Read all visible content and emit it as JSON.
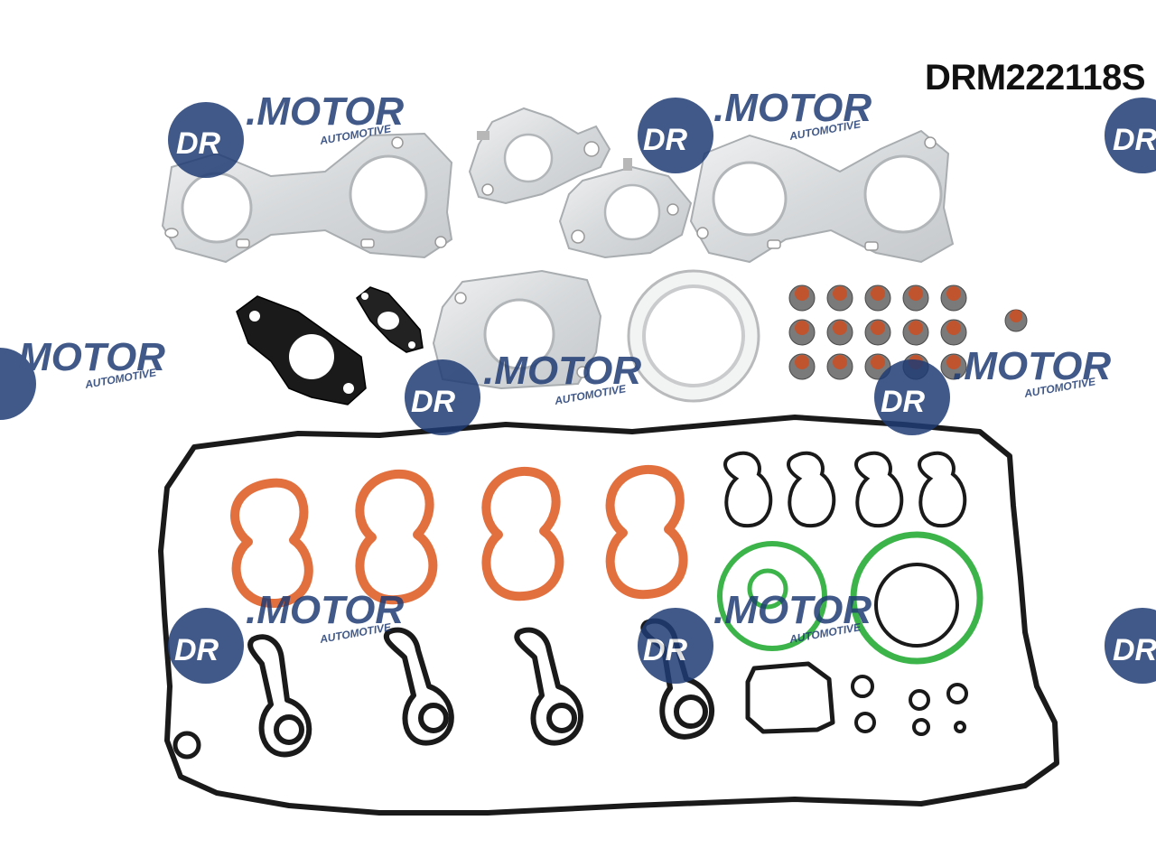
{
  "product": {
    "part_code": "DRM222118S"
  },
  "watermark": {
    "brand": "DR.MOTOR",
    "subtitle": "AUTOMOTIVE",
    "color": "#1f3b73"
  },
  "colors": {
    "metal_gasket": "#dde0e1",
    "black_gasket": "#1a1a1a",
    "orange_gasket": "#e2703f",
    "green_oring": "#3cb44a",
    "valve_seal": "#c0542e"
  }
}
